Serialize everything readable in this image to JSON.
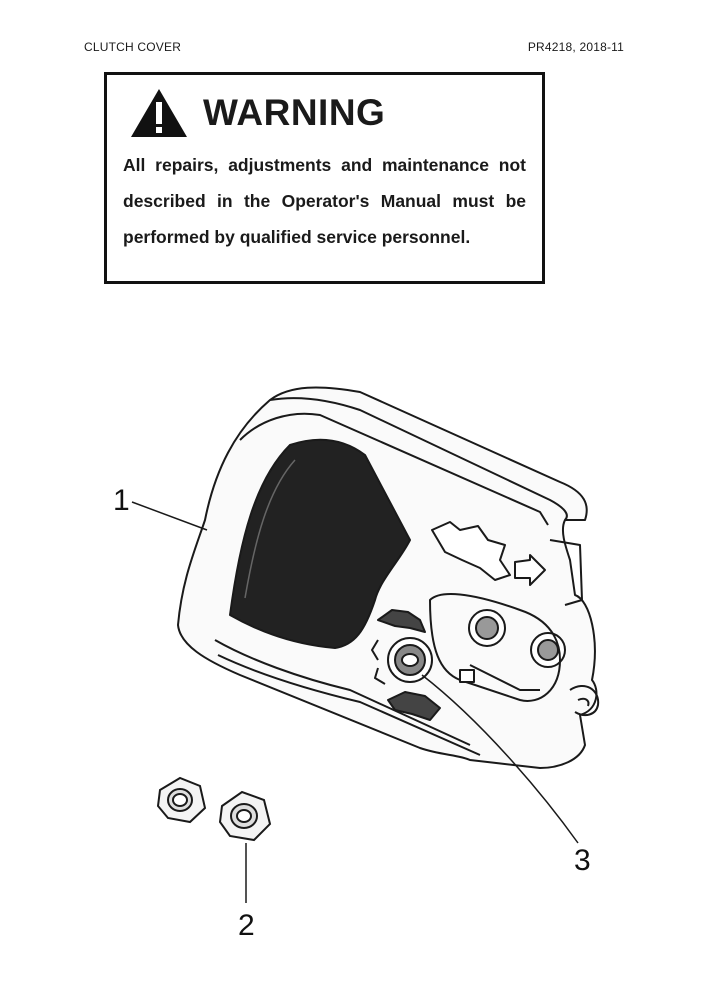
{
  "header": {
    "left": "CLUTCH COVER",
    "right": "PR4218, 2018-11"
  },
  "warning": {
    "title": "WARNING",
    "text": "All repairs, adjustments and maintenance not described in the Operator's Manual must be performed by qualified service personnel.",
    "icon": "warning-triangle-icon"
  },
  "callouts": {
    "c1": "1",
    "c2": "2",
    "c3": "3"
  }
}
